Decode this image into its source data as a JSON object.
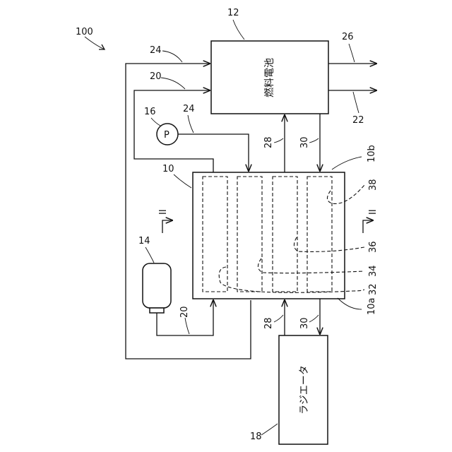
{
  "diagram": {
    "system_ref": "100",
    "fuel_cell": {
      "ref": "12",
      "text": "燃料電池"
    },
    "radiator": {
      "ref": "18",
      "text": "ラジエータ"
    },
    "heat_exchanger": {
      "ref": "10",
      "ref_a": "10a",
      "ref_b": "10b"
    },
    "tank": {
      "ref": "14"
    },
    "pump": {
      "ref": "16",
      "symbol": "P"
    },
    "refs": {
      "r20a": "20",
      "r20b": "20",
      "r22": "22",
      "r24a": "24",
      "r24b": "24",
      "r26": "26",
      "r28a": "28",
      "r28b": "28",
      "r30a": "30",
      "r30b": "30",
      "r32": "32",
      "r34": "34",
      "r36": "36",
      "r38": "38"
    },
    "section_marks": {
      "left": "II",
      "right": "II"
    }
  }
}
